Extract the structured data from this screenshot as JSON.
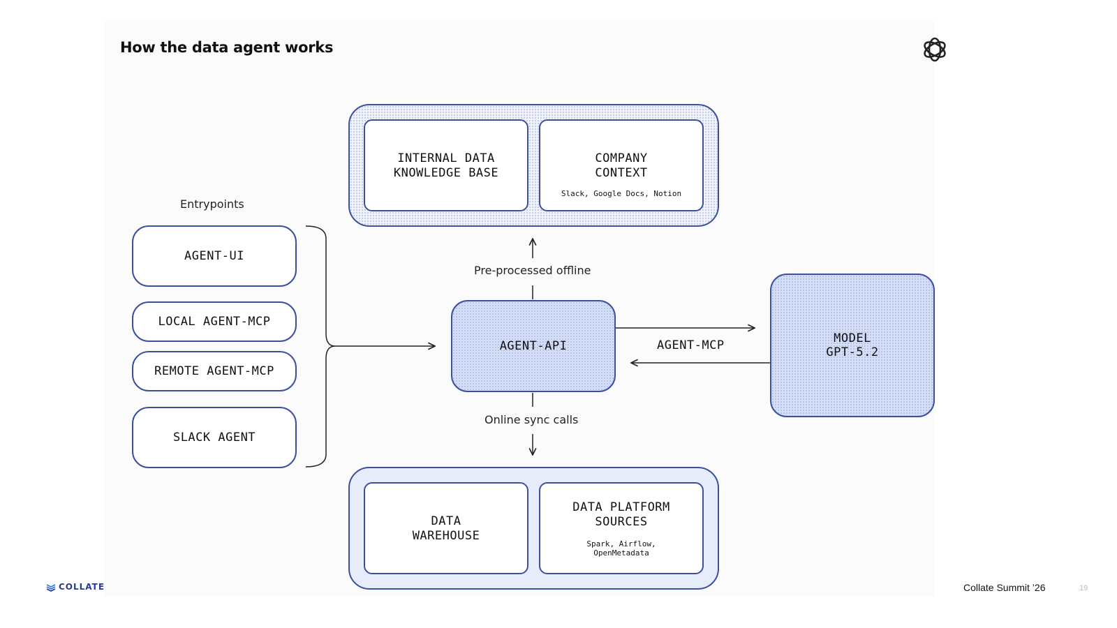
{
  "slide": {
    "title": "How the data agent works",
    "footer_brand": "COLLATE",
    "footer_event": "Collate Summit ’26",
    "page_number": "19"
  },
  "diagram": {
    "entrypoints_label": "Entrypoints",
    "entrypoints": [
      "AGENT-UI",
      "LOCAL AGENT-MCP",
      "REMOTE AGENT-MCP",
      "SLACK AGENT"
    ],
    "agent_api": "AGENT-API",
    "model": {
      "title": "MODEL",
      "name": "GPT-5.2"
    },
    "agent_mcp_label": "AGENT-MCP",
    "offline_label": "Pre-processed offline",
    "online_label": "Online sync calls",
    "offline_sources": [
      {
        "title": "INTERNAL DATA\nKNOWLEDGE BASE",
        "subtitle": ""
      },
      {
        "title": "COMPANY\nCONTEXT",
        "subtitle": "Slack, Google Docs, Notion"
      }
    ],
    "online_sources": [
      {
        "title": "DATA\nWAREHOUSE",
        "subtitle": ""
      },
      {
        "title": "DATA PLATFORM\nSOURCES",
        "subtitle": "Spark, Airflow,\nOpenMetadata"
      }
    ]
  },
  "icons": {
    "logo": "openai-logo-icon",
    "brand": "collate-stack-icon"
  },
  "colors": {
    "border": "#3b4f9f",
    "fill": "#d5def7",
    "brand": "#2b3a8c"
  }
}
